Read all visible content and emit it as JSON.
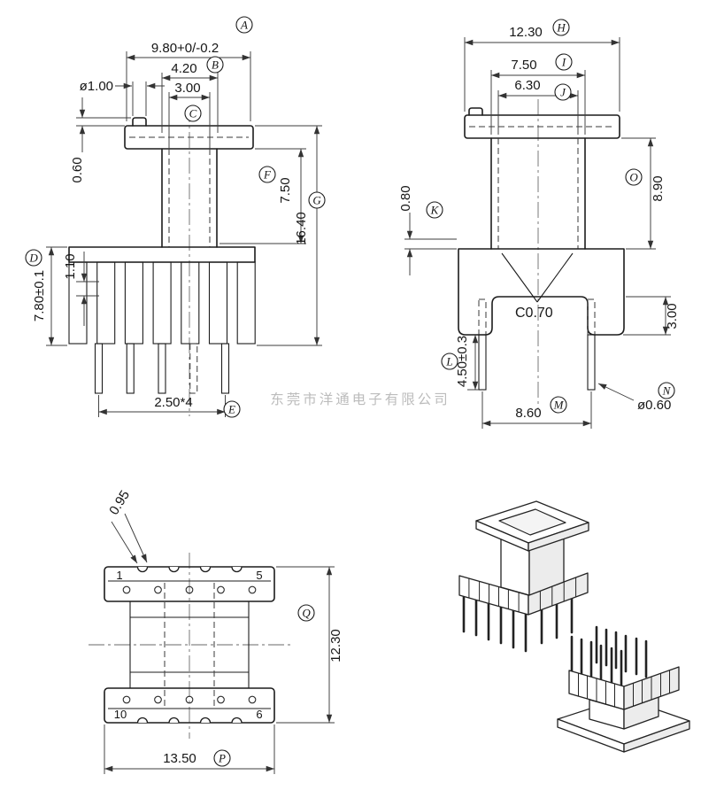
{
  "watermark": "东莞市洋通电子有限公司",
  "front": {
    "dim_a": "9.80+0/-0.2",
    "lbl_a": "A",
    "dim_b": "4.20",
    "lbl_b": "B",
    "dim_c": "3.00",
    "lbl_c": "C",
    "dim_pin_dia": "ø1.00",
    "dim_boss": "0.60",
    "dim_f": "7.50",
    "lbl_f": "F",
    "dim_g": "16.40",
    "lbl_g": "G",
    "dim_d": "7.80±0.1",
    "lbl_d": "D",
    "dim_slot": "1.10",
    "dim_e": "2.50*4",
    "lbl_e": "E"
  },
  "side": {
    "dim_h": "12.30",
    "lbl_h": "H",
    "dim_i": "7.50",
    "lbl_i": "I",
    "dim_j": "6.30",
    "lbl_j": "J",
    "dim_k": "0.80",
    "lbl_k": "K",
    "dim_o": "8.90",
    "lbl_o": "O",
    "chamfer": "C0.70",
    "dim_leg": "3.00",
    "dim_l": "4.50±0.3",
    "lbl_l": "L",
    "dim_m": "8.60",
    "lbl_m": "M",
    "dim_n": "ø0.60",
    "lbl_n": "N"
  },
  "top": {
    "dim_notch": "0.95",
    "dim_q": "12.30",
    "lbl_q": "Q",
    "dim_p": "13.50",
    "lbl_p": "P",
    "pin_1": "1",
    "pin_5": "5",
    "pin_10": "10",
    "pin_6": "6"
  }
}
